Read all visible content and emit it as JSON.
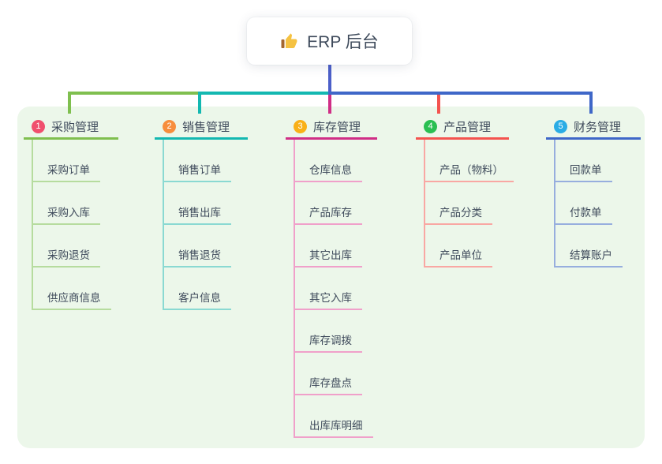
{
  "root": {
    "label": "ERP 后台",
    "icon": "thumbs-up"
  },
  "branches": [
    {
      "number": "1",
      "label": "采购管理",
      "badge_color": "#f0506e",
      "line_color": "#7fbf4f",
      "light_color": "#b6dc9e",
      "children": [
        "采购订单",
        "采购入库",
        "采购退货",
        "供应商信息"
      ]
    },
    {
      "number": "2",
      "label": "销售管理",
      "badge_color": "#f78e3d",
      "line_color": "#13b8b1",
      "light_color": "#8ad9d2",
      "children": [
        "销售订单",
        "销售出库",
        "销售退货",
        "客户信息"
      ]
    },
    {
      "number": "3",
      "label": "库存管理",
      "badge_color": "#f9b017",
      "line_color": "#d02e86",
      "light_color": "#f0a0ca",
      "children": [
        "仓库信息",
        "产品库存",
        "其它出库",
        "其它入库",
        "库存调拨",
        "库存盘点",
        "出库库明细"
      ]
    },
    {
      "number": "4",
      "label": "产品管理",
      "badge_color": "#2abf52",
      "line_color": "#f4534f",
      "light_color": "#f9a7a3",
      "children": [
        "产品（物料）",
        "产品分类",
        "产品单位"
      ]
    },
    {
      "number": "5",
      "label": "财务管理",
      "badge_color": "#2aace5",
      "line_color": "#3f67c8",
      "light_color": "#97aede",
      "children": [
        "回款单",
        "付款单",
        "结算账户"
      ]
    }
  ],
  "colors": {
    "panel_bg": "#ecf7ea",
    "root_stem": "#4c5fc9",
    "text": "#3e4a5b"
  }
}
